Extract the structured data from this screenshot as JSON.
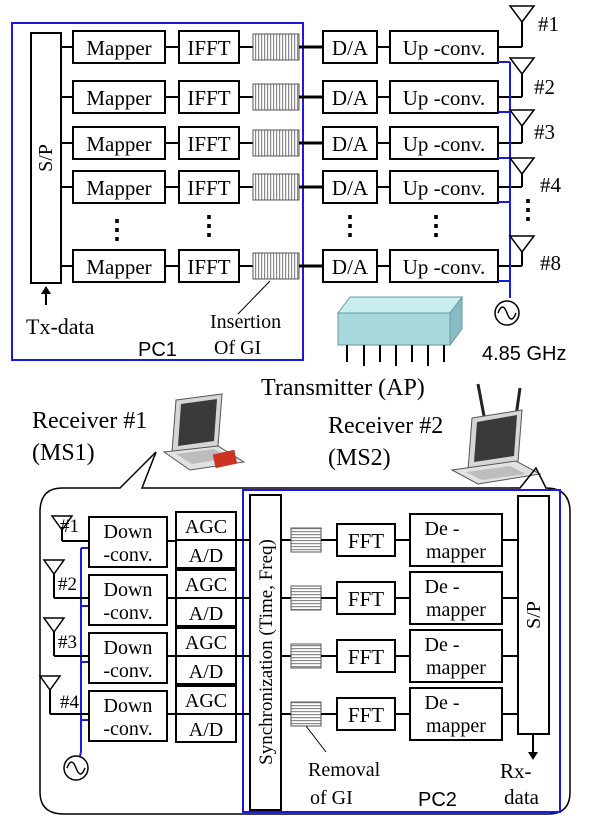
{
  "colors": {
    "accent_blue": "#1a1adc",
    "ink": "#000000",
    "hatch": "#9a9a9a",
    "device_teal": "#a8d8dc"
  },
  "transmitter": {
    "sp_label": "S/P",
    "mapper_labels": [
      "Mapper",
      "Mapper",
      "Mapper",
      "Mapper",
      "Mapper"
    ],
    "ifft_labels": [
      "IFFT",
      "IFFT",
      "IFFT",
      "IFFT",
      "IFFT"
    ],
    "da_labels": [
      "D/A",
      "D/A",
      "D/A",
      "D/A",
      "D/A"
    ],
    "upconv_labels": [
      "Up -conv.",
      "Up -conv.",
      "Up -conv.",
      "Up -conv.",
      "Up -conv."
    ],
    "antenna_labels": [
      "#1",
      "#2",
      "#3",
      "#4",
      "#8"
    ],
    "ellipsis": "⋮",
    "tx_data_label": "Tx-data",
    "gi_insertion_label": [
      "Insertion",
      "Of GI"
    ],
    "pc_label": "PC1",
    "freq_label": "4.85 GHz",
    "ap_label": "Transmitter (AP)"
  },
  "receivers": {
    "rx1_label": [
      "Receiver #1",
      "(MS1)"
    ],
    "rx2_label": [
      "Receiver #2",
      "(MS2)"
    ]
  },
  "receiver": {
    "antenna_labels": [
      "#1",
      "#2",
      "#3",
      "#4"
    ],
    "downconv_labels": [
      [
        "Down",
        "-conv."
      ],
      [
        "Down",
        "-conv."
      ],
      [
        "Down",
        "-conv."
      ],
      [
        "Down",
        "-conv."
      ]
    ],
    "agc_labels": [
      "AGC",
      "AGC",
      "AGC",
      "AGC"
    ],
    "ad_labels": [
      "A/D",
      "A/D",
      "A/D",
      "A/D"
    ],
    "sync_label": "Synchronization (Time, Freq)",
    "fft_labels": [
      "FFT",
      "FFT",
      "FFT",
      "FFT"
    ],
    "demapper_labels": [
      [
        "De -",
        "mapper"
      ],
      [
        "De -",
        "mapper"
      ],
      [
        "De -",
        "mapper"
      ],
      [
        "De -",
        "mapper"
      ]
    ],
    "sp_label": "S/P",
    "gi_removal_label": [
      "Removal",
      "of GI"
    ],
    "pc_label": "PC2",
    "rx_data_label": [
      "Rx-",
      "data"
    ]
  }
}
